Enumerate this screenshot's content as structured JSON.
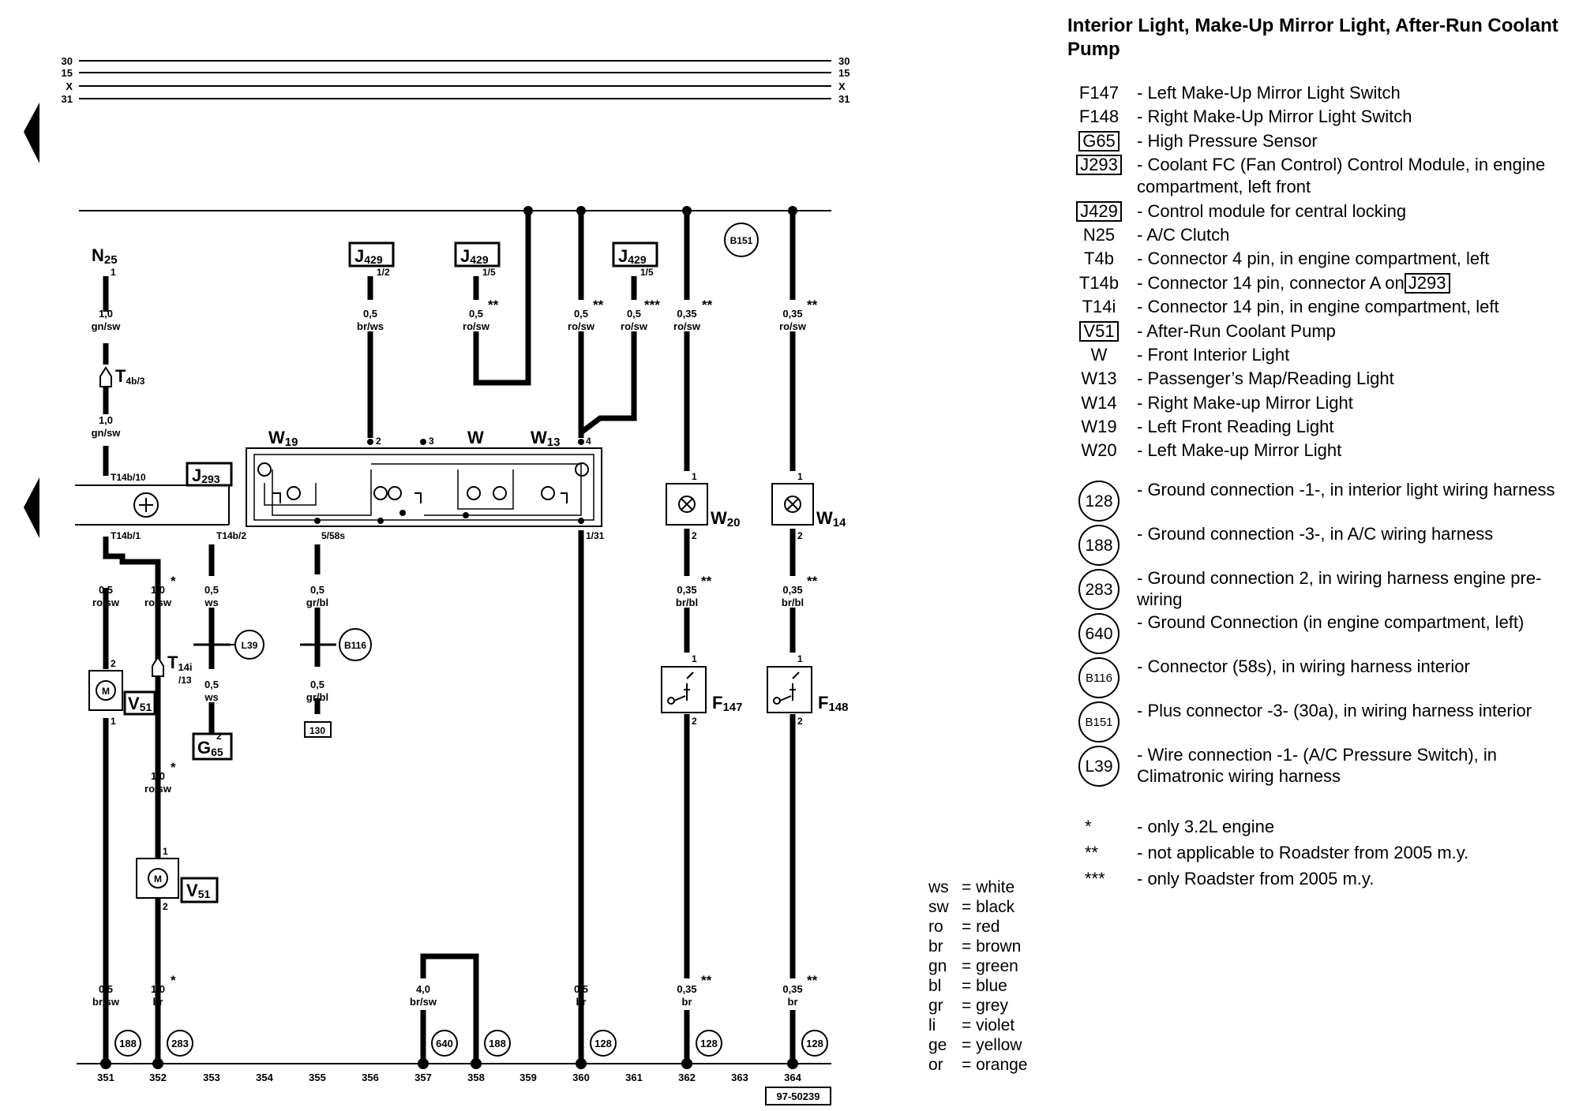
{
  "rails": [
    {
      "label_left": "30",
      "label_right": "30"
    },
    {
      "label_left": "15",
      "label_right": "15"
    },
    {
      "label_left": "X",
      "label_right": "X"
    },
    {
      "label_left": "31",
      "label_right": "31"
    }
  ],
  "components": {
    "N25": {
      "name": "N",
      "sub": "25",
      "pin": "1"
    },
    "J429_a": {
      "name": "J",
      "sub": "429",
      "pin": "1/2"
    },
    "J429_b": {
      "name": "J",
      "sub": "429",
      "pin": "1/5"
    },
    "J429_c": {
      "name": "J",
      "sub": "429",
      "pin": "1/5"
    },
    "B151": "B151",
    "T4b": {
      "name": "T",
      "sub": "4b/3"
    },
    "J293": {
      "name": "J",
      "sub": "293"
    },
    "W19": {
      "name": "W",
      "sub": "19"
    },
    "W": "W",
    "W13": {
      "name": "W",
      "sub": "13"
    },
    "W20": {
      "name": "W",
      "sub": "20"
    },
    "W14": {
      "name": "W",
      "sub": "14"
    },
    "L39": "L39",
    "B116": "B116",
    "G65": {
      "name": "G",
      "sub": "65",
      "pin": "2"
    },
    "T14i": {
      "name": "T",
      "sub": "14i",
      "pin": "/13"
    },
    "V51_a": {
      "name": "V",
      "sub": "51"
    },
    "V51_b": {
      "name": "V",
      "sub": "51"
    },
    "F147": {
      "name": "F",
      "sub": "147"
    },
    "F148": {
      "name": "F",
      "sub": "148"
    },
    "box130": "130",
    "ref": "97-50239"
  },
  "pins": {
    "t14b10": "T14b/10",
    "t14b1": "T14b/1",
    "t14b2": "T14b/2",
    "p558s": "5/58s",
    "p131": "1/31",
    "w19_2": "2",
    "w_3": "3",
    "w13_4": "4",
    "w20_1": "1",
    "w20_2": "2",
    "w14_1": "1",
    "w14_2": "2",
    "f147_1": "1",
    "f147_2": "2",
    "f148_1": "1",
    "f148_2": "2",
    "v51a_2": "2",
    "v51a_1": "1",
    "v51b_1": "1",
    "v51b_2": "2"
  },
  "wires": {
    "n25_top": {
      "size": "1,0",
      "color": "gn/sw"
    },
    "n25_mid": {
      "size": "1,0",
      "color": "gn/sw"
    },
    "j429a": {
      "size": "0,5",
      "color": "br/ws"
    },
    "j429b": {
      "size": "0,5",
      "color": "ro/sw",
      "note": "**"
    },
    "c575": {
      "size": "0,5",
      "color": "ro/sw",
      "note": "**"
    },
    "j429c": {
      "size": "0,5",
      "color": "ro/sw",
      "note": "***"
    },
    "c682": {
      "size": "0,35",
      "color": "ro/sw",
      "note": "**"
    },
    "c786": {
      "size": "0,35",
      "color": "ro/sw",
      "note": "**"
    },
    "c104": {
      "size": "0,5",
      "color": "ro/sw"
    },
    "c157": {
      "size": "1,0",
      "color": "ro/sw",
      "note": "*"
    },
    "c210": {
      "size": "0,5",
      "color": "ws"
    },
    "c210b": {
      "size": "0,5",
      "color": "ws"
    },
    "c315": {
      "size": "0,5",
      "color": "gr/bl"
    },
    "c315b": {
      "size": "0,5",
      "color": "gr/bl"
    },
    "w20out": {
      "size": "0,35",
      "color": "br/bl",
      "note": "**"
    },
    "w14out": {
      "size": "0,35",
      "color": "br/bl",
      "note": "**"
    },
    "c157mid": {
      "size": "1,0",
      "color": "ro/sw",
      "note": "*"
    },
    "b104": {
      "size": "0,5",
      "color": "br/sw"
    },
    "b157": {
      "size": "1,0",
      "color": "br",
      "note": "*"
    },
    "b420": {
      "size": "4,0",
      "color": "br/sw"
    },
    "b575": {
      "size": "0,5",
      "color": "br"
    },
    "b682": {
      "size": "0,35",
      "color": "br",
      "note": "**"
    },
    "b786": {
      "size": "0,35",
      "color": "br",
      "note": "**"
    }
  },
  "grounds": {
    "g188a": "188",
    "g283": "283",
    "g640": "640",
    "g188b": "188",
    "g128a": "128",
    "g128b": "128",
    "g128c": "128"
  },
  "tracks": [
    "351",
    "352",
    "353",
    "354",
    "355",
    "356",
    "357",
    "358",
    "359",
    "360",
    "361",
    "362",
    "363",
    "364"
  ],
  "legend": {
    "title": "Interior Light, Make-Up Mirror Light, After-Run Coolant Pump",
    "components": [
      {
        "code": "F147",
        "boxed": false,
        "desc": "- Left Make-Up Mirror Light Switch"
      },
      {
        "code": "F148",
        "boxed": false,
        "desc": "- Right Make-Up Mirror Light Switch"
      },
      {
        "code": "G65",
        "boxed": true,
        "desc": "- High Pressure Sensor"
      },
      {
        "code": "J293",
        "boxed": true,
        "desc": "- Coolant FC (Fan Control) Control Module, in engine compartment, left front"
      },
      {
        "code": "J429",
        "boxed": true,
        "desc": "- Control module for central locking"
      },
      {
        "code": "N25",
        "boxed": false,
        "desc": "- A/C Clutch"
      },
      {
        "code": "T4b",
        "boxed": false,
        "desc": "- Connector 4 pin, in engine compartment, left"
      },
      {
        "code": "T14b",
        "boxed": false,
        "desc": "- Connector 14 pin, connector A on",
        "desc_box": "J293"
      },
      {
        "code": "T14i",
        "boxed": false,
        "desc": "- Connector 14 pin, in engine compartment, left"
      },
      {
        "code": "V51",
        "boxed": true,
        "desc": "- After-Run Coolant Pump"
      },
      {
        "code": "W",
        "boxed": false,
        "desc": "- Front Interior Light"
      },
      {
        "code": "W13",
        "boxed": false,
        "desc": "- Passenger’s Map/Reading Light"
      },
      {
        "code": "W14",
        "boxed": false,
        "desc": "- Right Make-up Mirror Light"
      },
      {
        "code": "W19",
        "boxed": false,
        "desc": "- Left Front Reading Light"
      },
      {
        "code": "W20",
        "boxed": false,
        "desc": "- Left Make-up Mirror Light"
      }
    ],
    "grounds": [
      {
        "code": "128",
        "small": false,
        "desc": "- Ground connection -1-, in interior light wiring harness"
      },
      {
        "code": "188",
        "small": false,
        "desc": "- Ground connection -3-, in A/C wiring harness"
      },
      {
        "code": "283",
        "small": false,
        "desc": "- Ground connection 2, in wiring harness engine pre-wiring"
      },
      {
        "code": "640",
        "small": false,
        "desc": "- Ground Connection (in engine compartment, left)"
      },
      {
        "code": "B116",
        "small": true,
        "desc": "- Connector (58s), in wiring harness interior"
      },
      {
        "code": "B151",
        "small": true,
        "desc": "- Plus connector -3- (30a), in wiring harness interior"
      },
      {
        "code": "L39",
        "small": false,
        "desc": "- Wire connection -1- (A/C Pressure Switch), in Climatronic wiring harness"
      }
    ],
    "notes": [
      {
        "mark": "*",
        "desc": "- only 3.2L engine"
      },
      {
        "mark": "**",
        "desc": "- not applicable to Roadster from 2005 m.y."
      },
      {
        "mark": "***",
        "desc": "- only Roadster from 2005 m.y."
      }
    ]
  },
  "color_key": [
    {
      "abbr": "ws",
      "name": "= white"
    },
    {
      "abbr": "sw",
      "name": "= black"
    },
    {
      "abbr": "ro",
      "name": "= red"
    },
    {
      "abbr": "br",
      "name": "= brown"
    },
    {
      "abbr": "gn",
      "name": "= green"
    },
    {
      "abbr": "bl",
      "name": "= blue"
    },
    {
      "abbr": "gr",
      "name": "= grey"
    },
    {
      "abbr": "li",
      "name": "= violet"
    },
    {
      "abbr": "ge",
      "name": "= yellow"
    },
    {
      "abbr": "or",
      "name": "= orange"
    }
  ]
}
